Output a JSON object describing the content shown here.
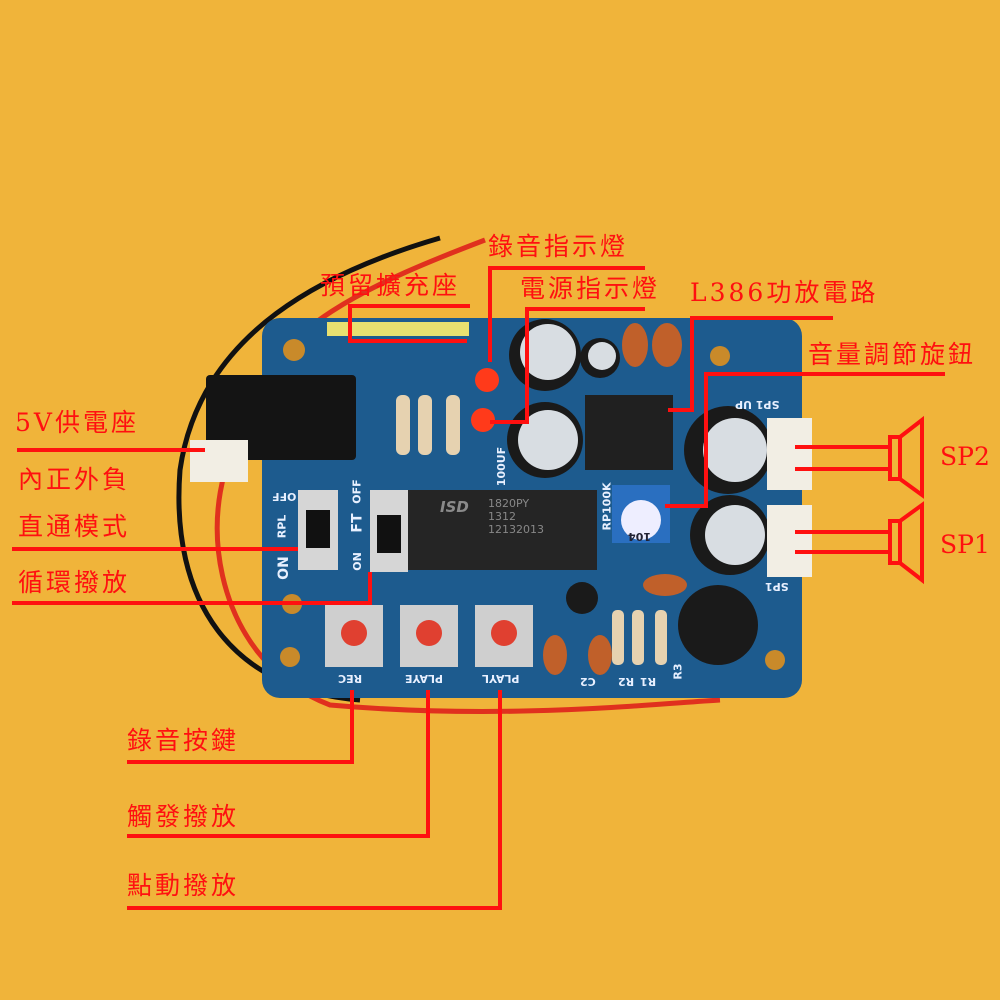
{
  "labels": {
    "expansion_header": "預留擴充座",
    "record_led": "錄音指示燈",
    "power_led": "電源指示燈",
    "amp_circuit": "L386功放電路",
    "volume_knob": "音量調節旋鈕",
    "power_jack": "5V供電座",
    "polarity": "內正外負",
    "passthrough_mode": "直通模式",
    "loop_play": "循環撥放",
    "record_button": "錄音按鍵",
    "trigger_play": "觸發撥放",
    "momentary_play": "點動撥放",
    "sp2": "SP2",
    "sp1": "SP1"
  },
  "silkscreen": {
    "chip_brand": "ISD",
    "chip_model": "1820PY",
    "chip_line2": "1312",
    "chip_line3": "12132013",
    "rpl": "RPL",
    "on1": "ON",
    "ft": "FT",
    "off": "OFF",
    "on2": "ON",
    "off1": "OFF",
    "cap": "100UF",
    "pot": "RP100K",
    "pot_code": "104",
    "rec": "REC",
    "playe": "PLAYE",
    "playl": "PLAYL",
    "c2": "C2",
    "r2": "R2",
    "r1": "R1",
    "r3": "R3",
    "sp_top": "SP1  UP",
    "sp_bottom": "SP1"
  },
  "colors": {
    "background": "#f0b43a",
    "annotation": "#ff1010",
    "pcb": "#1d5b8e"
  }
}
